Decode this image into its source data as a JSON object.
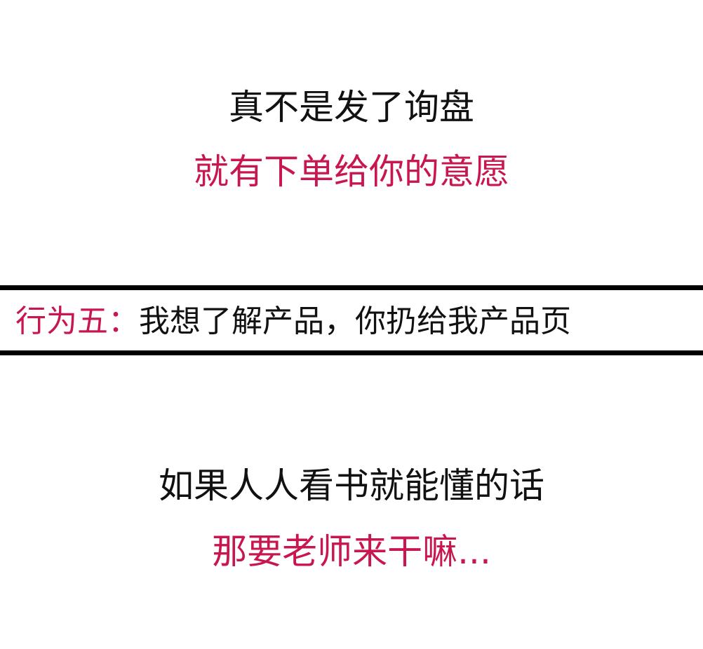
{
  "top_block": {
    "line1": "真不是发了询盘",
    "line2": "就有下单给你的意愿"
  },
  "banner": {
    "label": "行为五：",
    "text": "我想了解产品，你扔给我产品页"
  },
  "bottom_block": {
    "line1": "如果人人看书就能懂的话",
    "line2": "那要老师来干嘛..."
  },
  "colors": {
    "accent": "#c8164f",
    "text": "#111111",
    "border": "#000000",
    "background": "#ffffff"
  }
}
